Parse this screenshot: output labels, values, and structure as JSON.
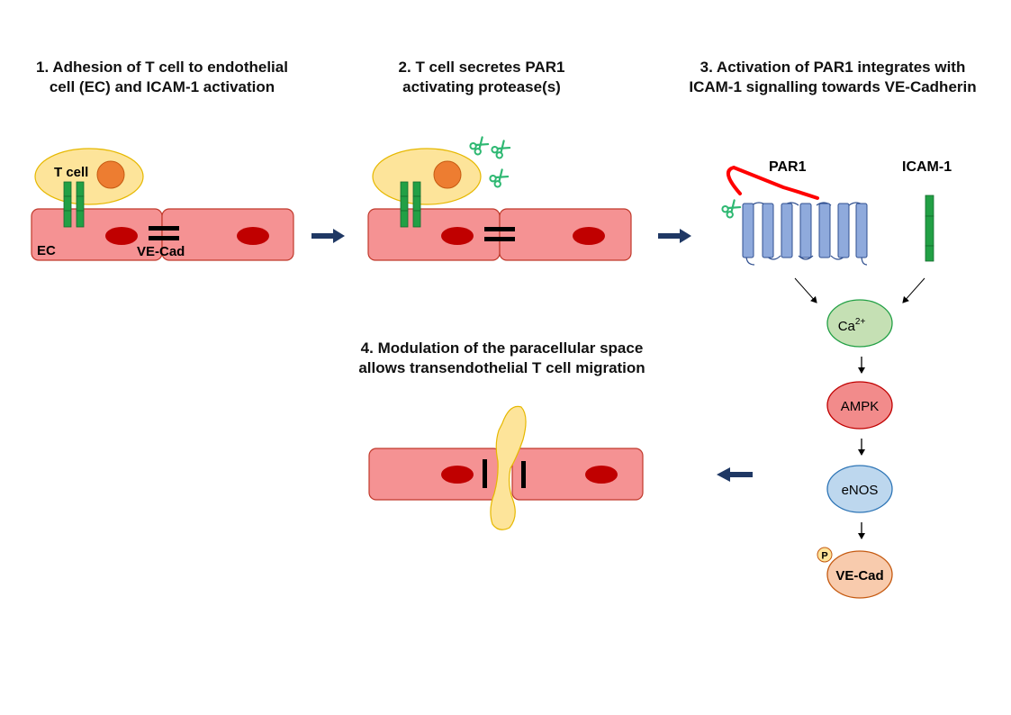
{
  "steps": {
    "step1": {
      "line1": "1. Adhesion of T cell to endothelial",
      "line2": "cell (EC) and ICAM-1 activation"
    },
    "step2": {
      "line1": "2. T cell secretes PAR1",
      "line2": "activating protease(s)"
    },
    "step3": {
      "line1": "3. Activation of PAR1 integrates with",
      "line2": "ICAM-1 signalling towards VE-Cadherin"
    },
    "step4": {
      "line1": "4. Modulation of the paracellular space",
      "line2": "allows transendothelial T cell migration"
    }
  },
  "labels": {
    "t_cell": "T cell",
    "ec": "EC",
    "ve_cad": "VE-Cad",
    "par1": "PAR1",
    "icam1": "ICAM-1"
  },
  "pathway": {
    "ca": "Ca",
    "ca_charge": "2+",
    "ampk": "AMPK",
    "enos": "eNOS",
    "vecad": "VE-Cad",
    "phospho": "P"
  },
  "colors": {
    "endothelial_cell": "#f59293",
    "endothelial_border": "#c0392b",
    "nucleus": "#c00000",
    "t_cell": "#fde49a",
    "t_cell_border": "#e6b800",
    "t_cell_nucleus": "#ed7d31",
    "icam": "#22a045",
    "par1_helix": "#8faadc",
    "par1_tail": "#ff0000",
    "scissors": "#2eb872",
    "ca_node": "#c5e0b4",
    "ampk_node": "#f28b8b",
    "enos_node": "#bdd7ee",
    "vecad_node": "#f8cbad",
    "step_arrow": "#1f3864"
  }
}
